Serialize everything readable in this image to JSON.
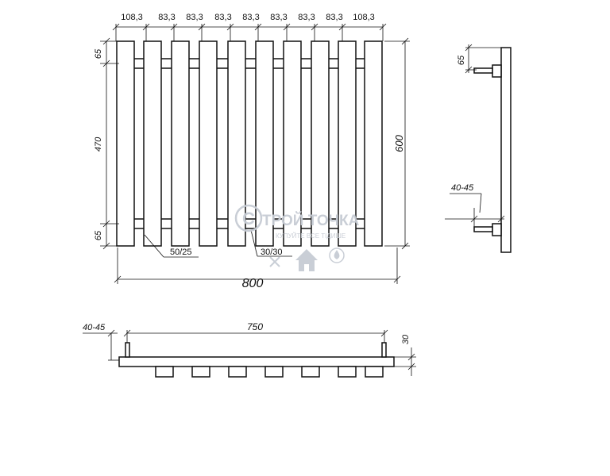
{
  "dimensions": {
    "top_widths": [
      "108,3",
      "83,3",
      "83,3",
      "83,3",
      "83,3",
      "83,3",
      "83,3",
      "83,3",
      "108,3"
    ],
    "left_heights": [
      "65",
      "470",
      "65"
    ],
    "total_height": "600",
    "total_width": "800",
    "tube_section": "50/25",
    "crossbar_section": "30/30",
    "side_offset_top": "65",
    "side_wall_gap": "40-45",
    "bottom_wall_gap": "40-45",
    "bottom_span": "750",
    "bottom_depth": "30"
  },
  "watermark": {
    "logo_letter": "С",
    "brand": "ТРОЙ ТОЧКА",
    "slogan": "КУПУЙТЕ ВСЕ ТІДИШЕ"
  },
  "colors": {
    "line": "#111111",
    "watermark": "#c7ccd4",
    "background": "#ffffff"
  }
}
